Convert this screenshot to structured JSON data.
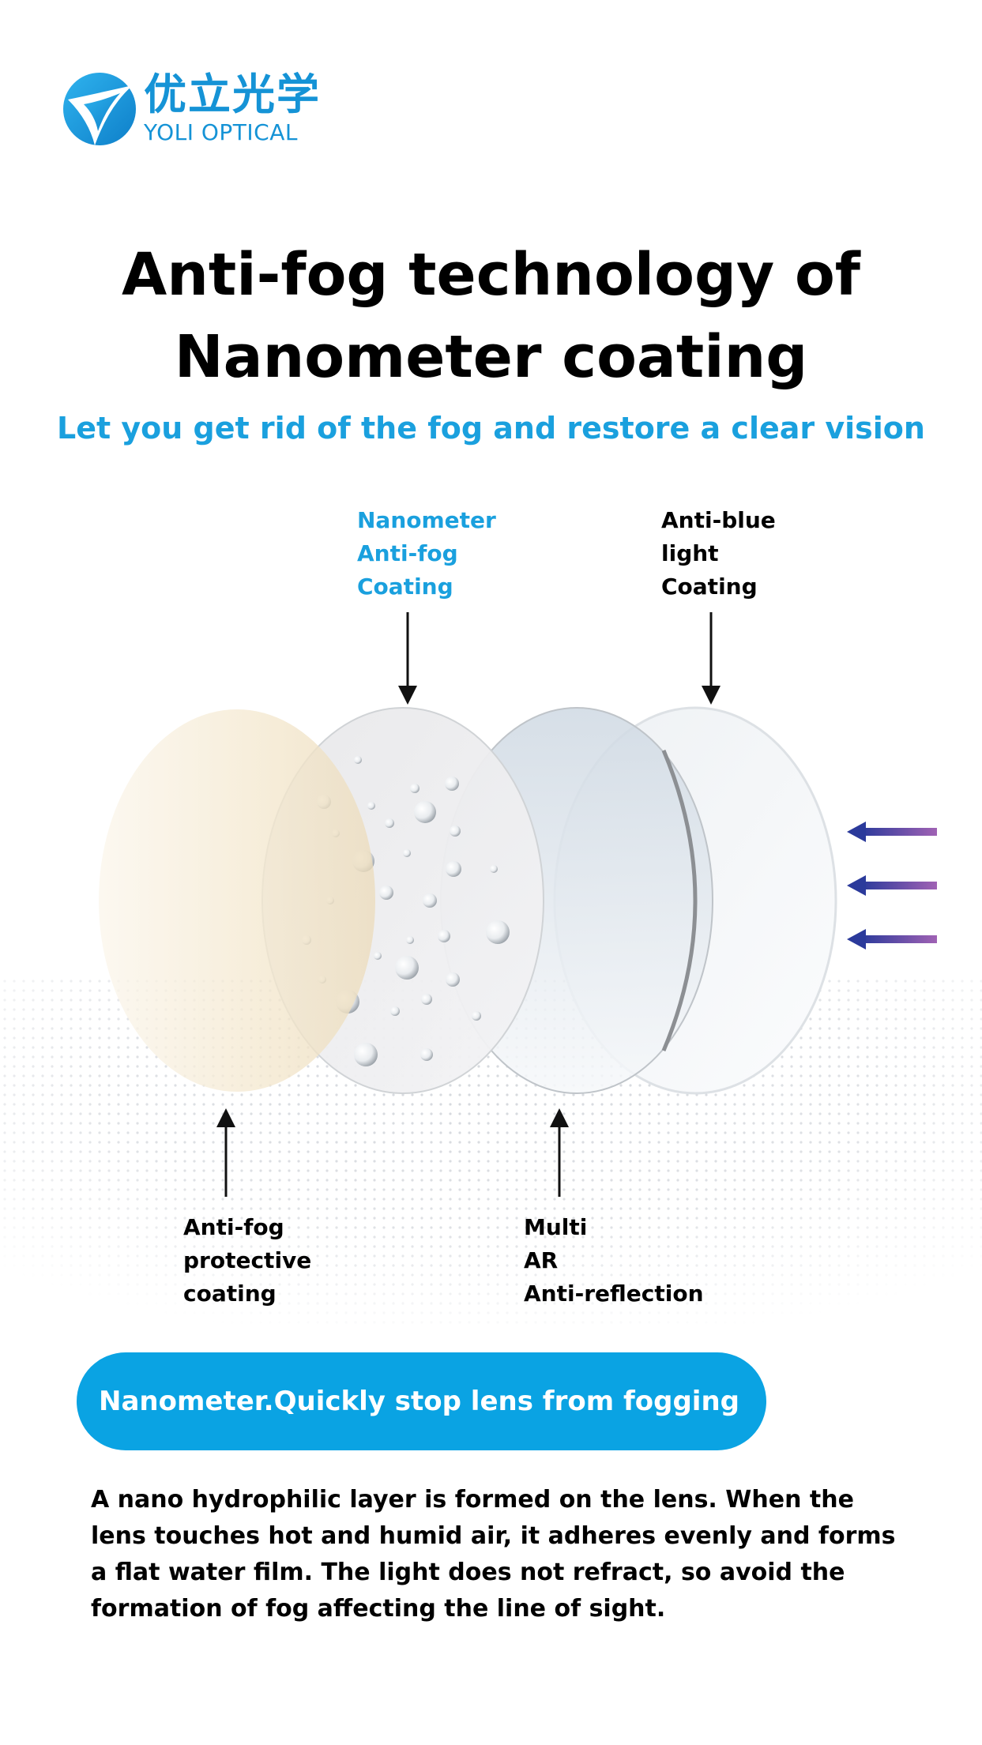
{
  "brand": {
    "name_cn": "优立光学",
    "name_en": "YOLI OPTICAL",
    "color": "#1593d6"
  },
  "title": {
    "line1": "Anti-fog technology of",
    "line2": "Nanometer coating"
  },
  "subtitle": "Let you get rid of the fog and restore a clear vision",
  "diagram": {
    "top_labels": [
      {
        "text": "Nanometer\nAnti-fog\nCoating",
        "color": "#1aa0de"
      },
      {
        "text": "Anti-blue\nlight\nCoating",
        "color": "#000000"
      }
    ],
    "bottom_labels": [
      {
        "text": "Anti-fog\nprotective\ncoating"
      },
      {
        "text": "Multi\nAR\nAnti-reflection"
      }
    ],
    "layers": [
      {
        "name": "anti-fog-protective",
        "color": "#f4e8cf"
      },
      {
        "name": "nanometer-anti-fog",
        "color": "#e4e4e6"
      },
      {
        "name": "multi-ar",
        "color": "#d7e1ea"
      },
      {
        "name": "anti-blue-light",
        "color": "#f2f4f6"
      }
    ],
    "light_arrow_colors": [
      "#2b3a9b",
      "#a062b4"
    ]
  },
  "pill_text": "Nanometer.Quickly stop lens from fogging",
  "pill_color": "#0aa3e3",
  "description": "A nano hydrophilic layer is formed on the lens. When the lens touches hot and humid air, it adheres evenly and forms a flat water film. The light does not refract, so avoid the formation of fog affecting the line of sight."
}
